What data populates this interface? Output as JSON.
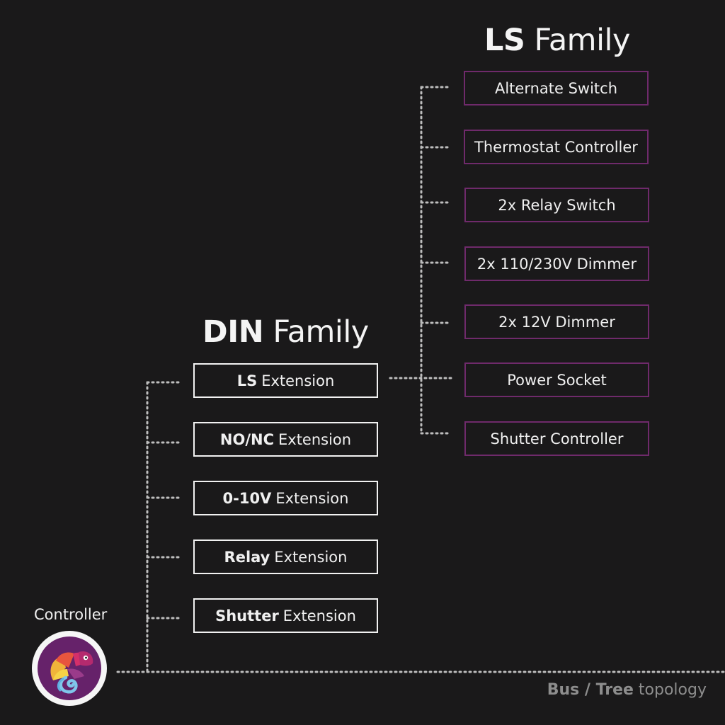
{
  "ls_family": {
    "title_bold": "LS",
    "title_rest": "Family",
    "items": [
      {
        "label": "Alternate Switch"
      },
      {
        "label": "Thermostat Controller"
      },
      {
        "label": "2x Relay Switch"
      },
      {
        "label": "2x 110/230V Dimmer"
      },
      {
        "label": "2x 12V Dimmer"
      },
      {
        "label": "Power Socket"
      },
      {
        "label": "Shutter Controller"
      }
    ]
  },
  "din_family": {
    "title_bold": "DIN",
    "title_rest": "Family",
    "items": [
      {
        "bold": "LS",
        "rest": "Extension"
      },
      {
        "bold": "NO/NC",
        "rest": "Extension"
      },
      {
        "bold": "0-10V",
        "rest": "Extension"
      },
      {
        "bold": "Relay",
        "rest": "Extension"
      },
      {
        "bold": "Shutter",
        "rest": "Extension"
      }
    ]
  },
  "controller": {
    "label": "Controller",
    "icon": "chameleon-logo-icon"
  },
  "topology": {
    "bold": "Bus / Tree",
    "rest": "topology"
  },
  "colors": {
    "background": "#1a191a",
    "ls_border": "#6f2a6b",
    "din_border": "#f2f2f2",
    "connector": "#bdbdbd",
    "logo_purple": "#66226a"
  }
}
